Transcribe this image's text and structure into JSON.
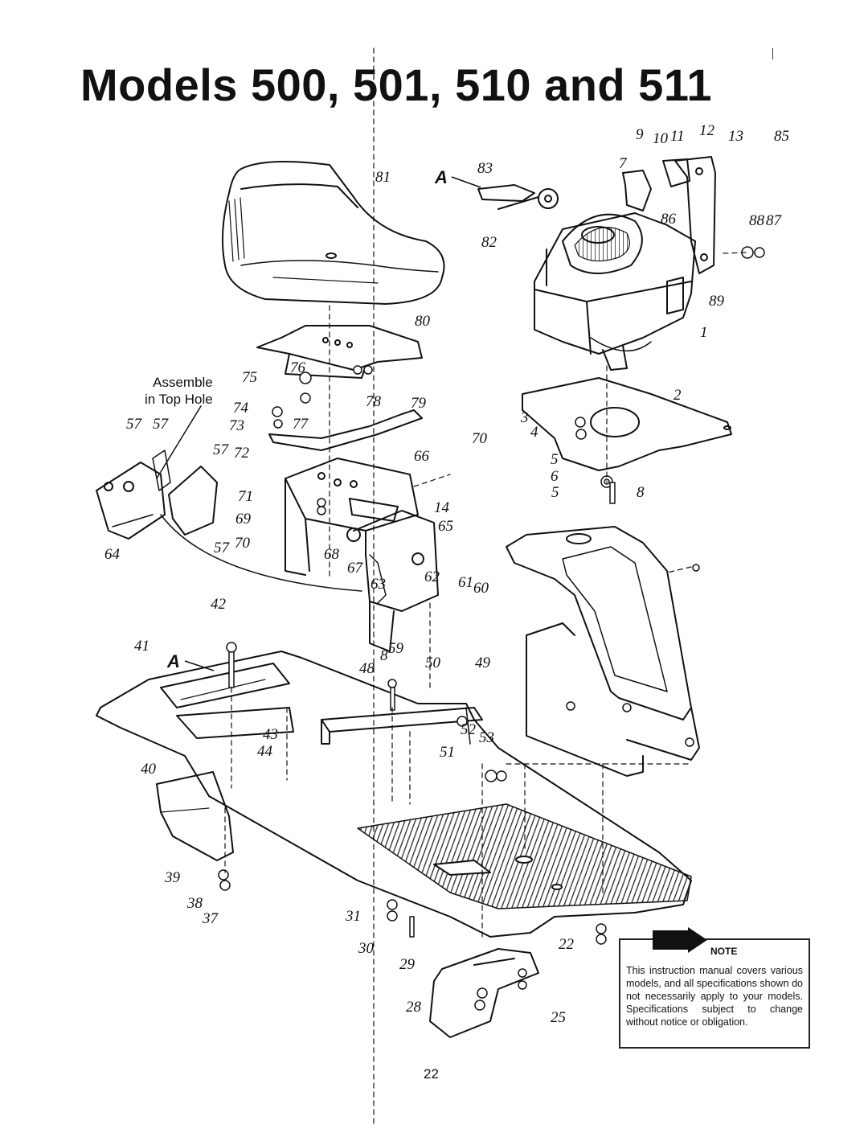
{
  "title": "Models 500, 501, 510 and 511",
  "assemble_note": [
    "Assemble",
    "in Top Hole"
  ],
  "section_markers": [
    "A",
    "A"
  ],
  "part_numbers": {
    "p1": "1",
    "p2": "2",
    "p3": "3",
    "p4": "4",
    "p5a": "5",
    "p5b": "5",
    "p6": "6",
    "p7": "7",
    "p8a": "8",
    "p8b": "8",
    "p9": "9",
    "p10": "10",
    "p11": "11",
    "p12": "12",
    "p13": "13",
    "p14": "14",
    "p22": "22",
    "p25": "25",
    "p28": "28",
    "p29": "29",
    "p30": "30",
    "p31": "31",
    "p37": "37",
    "p38": "38",
    "p39": "39",
    "p40": "40",
    "p41": "41",
    "p42": "42",
    "p43": "43",
    "p44": "44",
    "p48": "48",
    "p49": "49",
    "p50": "50",
    "p51": "51",
    "p52": "52",
    "p53": "53",
    "p57a": "57",
    "p57b": "57",
    "p57c": "57",
    "p57d": "57",
    "p59": "59",
    "p60": "60",
    "p61": "61",
    "p62": "62",
    "p63": "63",
    "p64": "64",
    "p65": "65",
    "p66": "66",
    "p67": "67",
    "p68": "68",
    "p69": "69",
    "p70a": "70",
    "p70b": "70",
    "p71": "71",
    "p72": "72",
    "p73": "73",
    "p74": "74",
    "p75": "75",
    "p76": "76",
    "p77": "77",
    "p78": "78",
    "p79": "79",
    "p80": "80",
    "p81": "81",
    "p82": "82",
    "p83": "83",
    "p85": "85",
    "p86": "86",
    "p87": "87",
    "p88": "88",
    "p89": "89"
  },
  "note": {
    "label": "NOTE",
    "text": "This instruction manual covers various models, and all specifications shown do not necessarily apply to your models. Specifications subject to change without notice or obligation."
  },
  "page_number": "22",
  "colors": {
    "ink": "#111111",
    "paper": "#ffffff",
    "hatch": "#333333"
  }
}
